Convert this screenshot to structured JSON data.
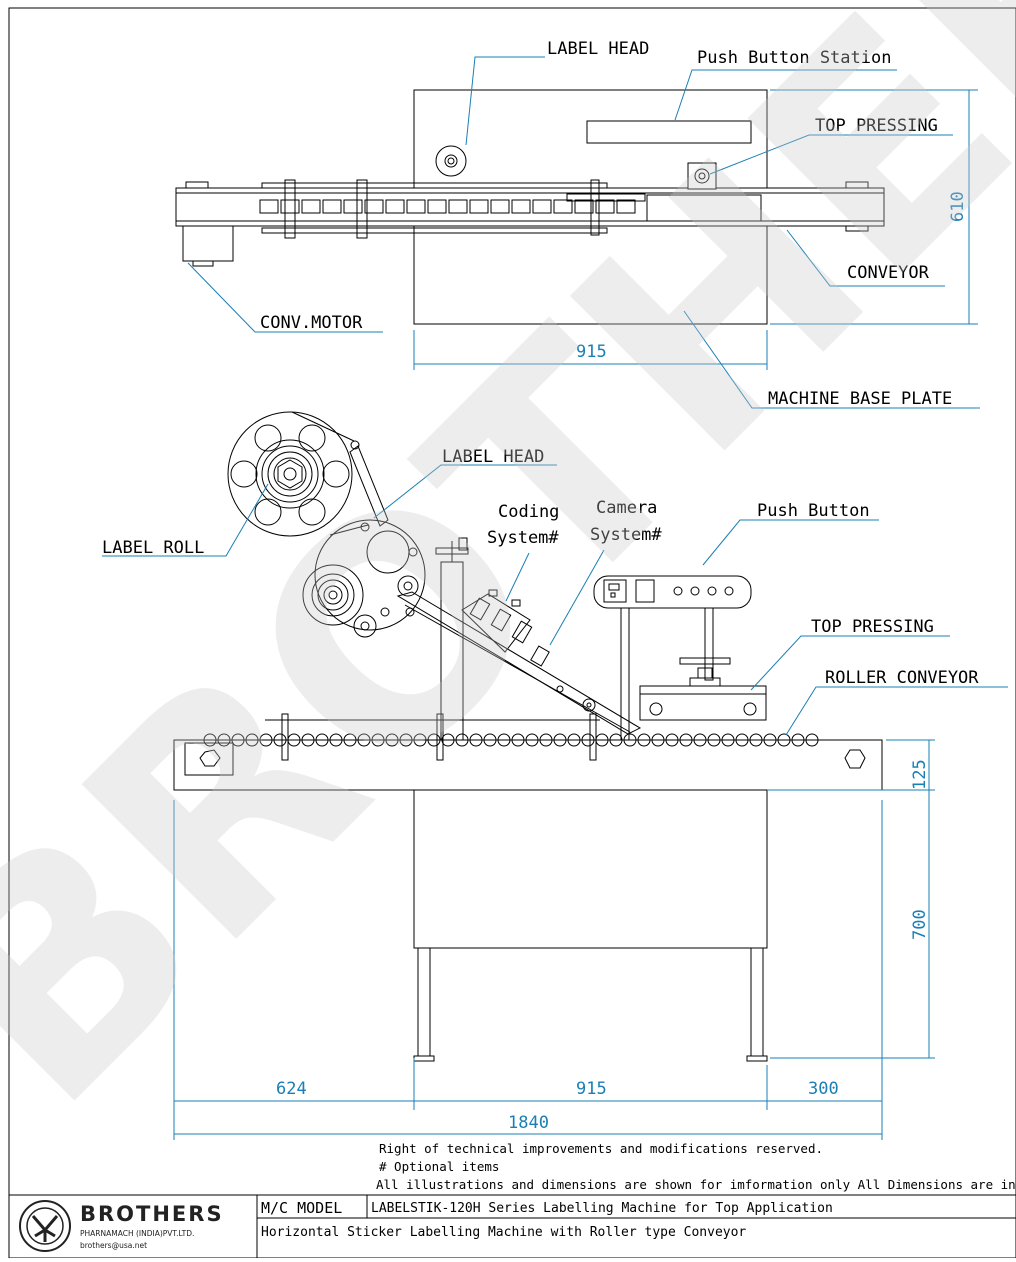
{
  "top_view": {
    "label_head": "LABEL HEAD",
    "push_button_station": "Push Button Station",
    "top_pressing": "TOP PRESSING",
    "conveyor": "CONVEYOR",
    "conv_motor": "CONV.MOTOR",
    "machine_base_plate": "MACHINE BASE PLATE",
    "dim_height": "610",
    "dim_width": "915"
  },
  "front_view": {
    "label_head": "LABEL HEAD",
    "label_roll": "LABEL ROLL",
    "coding_system_1": "Coding",
    "coding_system_2": "System#",
    "camera_system_1": "Camera",
    "camera_system_2": "System#",
    "push_button": "Push Button",
    "top_pressing": "TOP PRESSING",
    "roller_conveyor": "ROLLER CONVEYOR",
    "dim_conveyor_height": "125",
    "dim_stand_height": "700",
    "dim_left": "624",
    "dim_mid": "915",
    "dim_right": "300",
    "dim_total": "1840"
  },
  "notes": {
    "line1": "Right of technical improvements and modifications reserved.",
    "line2": "# Optional items",
    "line3": "All illustrations and dimensions are shown for imformation only  All Dimensions are in MM"
  },
  "title_block": {
    "brand": "BROTHERS",
    "company": "PHARNAMACH (INDIA)PVT.LTD.",
    "email": "brothers@usa.net",
    "model_label": "M/C MODEL",
    "model_value": "LABELSTIK-120H Series Labelling Machine for Top Application",
    "description": "Horizontal Sticker Labelling Machine with Roller type Conveyor"
  },
  "watermark": "BROTHERS",
  "colors": {
    "dimension": "#1a7fb5",
    "watermark": "#c9c9c9"
  }
}
